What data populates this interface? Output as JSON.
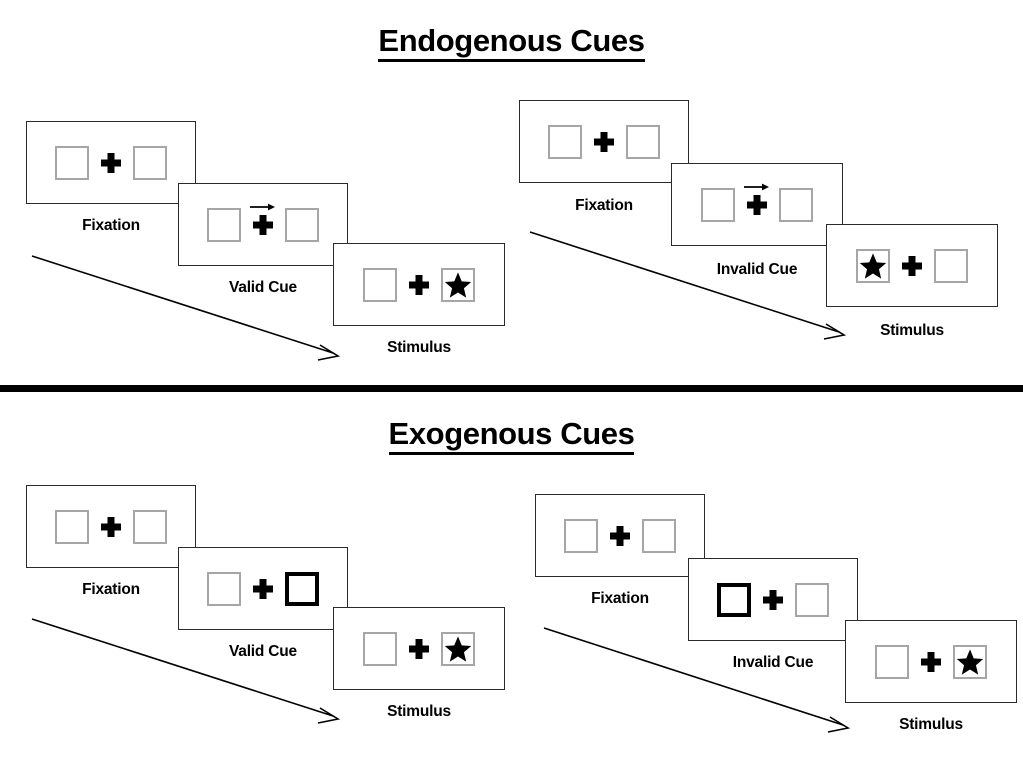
{
  "figure": {
    "kind": "posner-cueing-paradigm-diagram",
    "divider_color": "#000000"
  },
  "sections": [
    {
      "id": "endogenous",
      "title": "Endogenous Cues",
      "columns": [
        {
          "id": "endogenous-valid",
          "cue_type": "arrow",
          "frames": [
            {
              "label": "Fixation",
              "left_box": "empty",
              "right_box": "empty",
              "cue": "none",
              "center": "plus"
            },
            {
              "label": "Valid Cue",
              "left_box": "empty",
              "right_box": "empty",
              "cue": "arrow-right",
              "center": "plus"
            },
            {
              "label": "Stimulus",
              "left_box": "empty",
              "right_box": "star",
              "cue": "none",
              "center": "plus"
            }
          ]
        },
        {
          "id": "endogenous-invalid",
          "cue_type": "arrow",
          "frames": [
            {
              "label": "Fixation",
              "left_box": "empty",
              "right_box": "empty",
              "cue": "none",
              "center": "plus"
            },
            {
              "label": "Invalid Cue",
              "left_box": "empty",
              "right_box": "empty",
              "cue": "arrow-right",
              "center": "plus"
            },
            {
              "label": "Stimulus",
              "left_box": "star",
              "right_box": "empty",
              "cue": "none",
              "center": "plus"
            }
          ]
        }
      ]
    },
    {
      "id": "exogenous",
      "title": "Exogenous Cues",
      "columns": [
        {
          "id": "exogenous-valid",
          "cue_type": "box-flash",
          "frames": [
            {
              "label": "Fixation",
              "left_box": "empty",
              "right_box": "empty",
              "cue": "none",
              "center": "plus"
            },
            {
              "label": "Valid Cue",
              "left_box": "empty",
              "right_box": "cued",
              "cue": "right-box-highlight",
              "center": "plus"
            },
            {
              "label": "Stimulus",
              "left_box": "empty",
              "right_box": "star",
              "cue": "none",
              "center": "plus"
            }
          ]
        },
        {
          "id": "exogenous-invalid",
          "cue_type": "box-flash",
          "frames": [
            {
              "label": "Fixation",
              "left_box": "empty",
              "right_box": "empty",
              "cue": "none",
              "center": "plus"
            },
            {
              "label": "Invalid Cue",
              "left_box": "cued",
              "right_box": "empty",
              "cue": "left-box-highlight",
              "center": "plus"
            },
            {
              "label": "Stimulus",
              "left_box": "empty",
              "right_box": "star",
              "cue": "none",
              "center": "plus"
            }
          ]
        }
      ]
    }
  ],
  "labels": {
    "endogenous_title": "Endogenous Cues",
    "exogenous_title": "Exogenous Cues",
    "fixation": "Fixation",
    "valid_cue": "Valid Cue",
    "invalid_cue": "Invalid Cue",
    "stimulus": "Stimulus"
  },
  "icons": {
    "fixation_cross": "plus-icon",
    "target": "star-icon",
    "endogenous_cue": "arrow-right-icon",
    "time_flow": "diagonal-arrow-icon"
  },
  "colors": {
    "frame_border": "#2b2b2b",
    "box_border": "#a6a6a6",
    "cued_box_border": "#000000",
    "ink": "#000000",
    "background": "#ffffff"
  }
}
